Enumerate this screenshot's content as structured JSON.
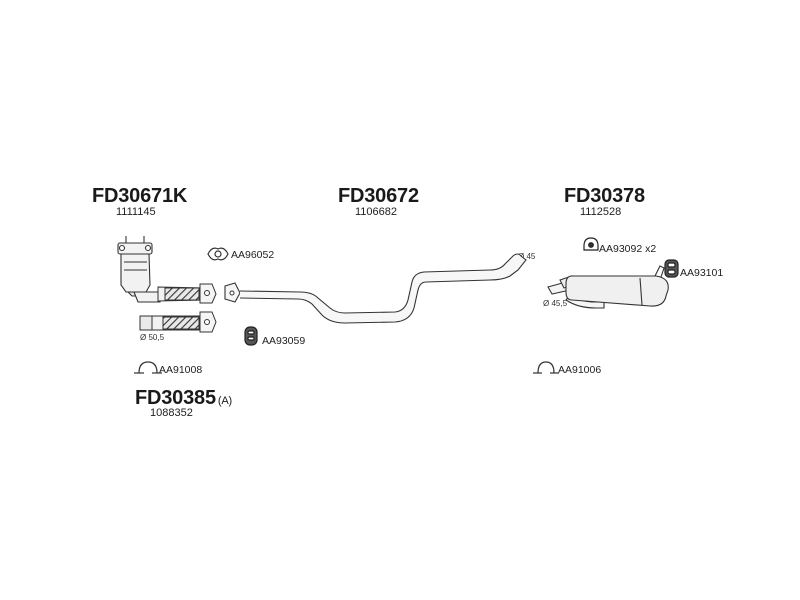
{
  "assemblies": [
    {
      "code": "FD30671K",
      "ref": "1111145"
    },
    {
      "code": "FD30672",
      "ref": "1106682"
    },
    {
      "code": "FD30378",
      "ref": "1112528"
    },
    {
      "code": "FD30385",
      "suffix": "(A)",
      "ref": "1088352"
    }
  ],
  "parts": {
    "gasket_aa96052": "AA96052",
    "rubber_aa93059": "AA93059",
    "clamp_aa91008": "AA91008",
    "clamp_aa91006": "AA91006",
    "hanger_aa93092": "AA93092 x2",
    "rubber_aa93101": "AA93101"
  },
  "dimensions": {
    "d_50_5": "Ø 50,5",
    "d_45": "Ø 45",
    "d_45_5": "Ø 45,5"
  },
  "colors": {
    "line": "#333333",
    "fill": "#f2f2f2",
    "flex": "#555555"
  }
}
